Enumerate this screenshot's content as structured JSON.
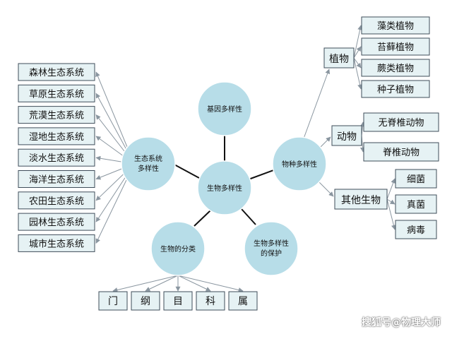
{
  "center": "生物多样性",
  "genetic": "基因多样性",
  "ecosystem": [
    "生态系统",
    "多样性"
  ],
  "species": "物种多样性",
  "classification": "生物的分类",
  "protection": [
    "生物多样性",
    "的保护"
  ],
  "ecosystem_items": [
    "森林生态系统",
    "草原生态系统",
    "荒漠生态系统",
    "湿地生态系统",
    "淡水生态系统",
    "海洋生态系统",
    "农田生态系统",
    "园林生态系统",
    "城市生态系统"
  ],
  "plants": {
    "label": "植物",
    "items": [
      "藻类植物",
      "苔藓植物",
      "蕨类植物",
      "种子植物"
    ]
  },
  "animals": {
    "label": "动物",
    "items": [
      "无脊椎动物",
      "脊椎动物"
    ]
  },
  "others": {
    "label": "其他生物",
    "items": [
      "细菌",
      "真菌",
      "病毒"
    ]
  },
  "ranks": [
    "门",
    "纲",
    "目",
    "科",
    "属"
  ],
  "watermark": "搜狐号@物理大师"
}
